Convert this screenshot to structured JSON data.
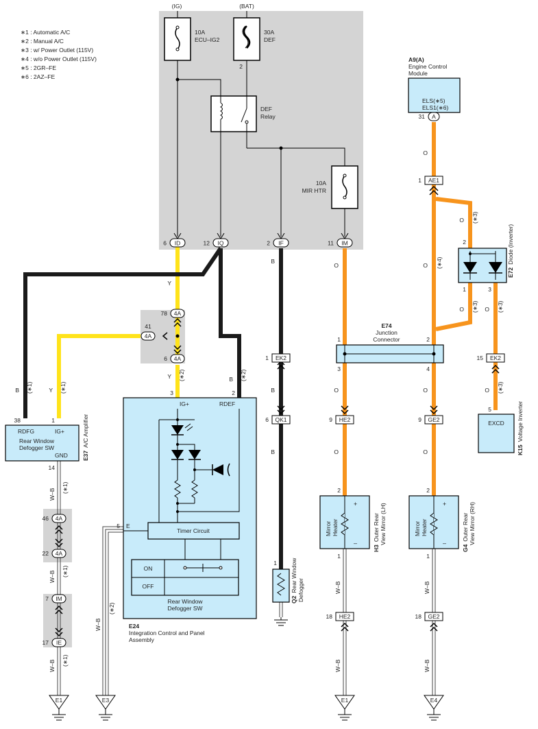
{
  "notes": [
    "∗1 : Automatic A/C",
    "∗2 : Manual A/C",
    "∗3 : w/ Power Outlet (115V)",
    "∗4 : w/o Power Outlet (115V)",
    "∗5 : 2GR–FE",
    "∗6 : 2AZ–FE"
  ],
  "fuses": {
    "ig": {
      "supply": "(IG)",
      "amp": "10A",
      "name": "ECU–IG2"
    },
    "bat": {
      "supply": "(BAT)",
      "amp": "30A",
      "name": "DEF",
      "pin": "2"
    },
    "mir": {
      "amp": "10A",
      "name": "MIR HTR"
    }
  },
  "relay": {
    "line1": "DEF",
    "line2": "Relay"
  },
  "jb_pins": [
    {
      "num": "6",
      "code": "ID"
    },
    {
      "num": "12",
      "code": "IQ"
    },
    {
      "num": "2",
      "code": "IF"
    },
    {
      "num": "11",
      "code": "IM"
    }
  ],
  "ecm": {
    "id": "A9(A)",
    "line1": "Engine Control",
    "line2": "Module",
    "els5": "ELS(∗5)",
    "els6": "ELS1(∗6)",
    "pin": "31",
    "pin_code": "A"
  },
  "ae1": {
    "num": "1",
    "code": "AE1"
  },
  "diode": {
    "id": "E72",
    "name": "Diode (Inverter)",
    "pin2": "2",
    "pin1": "1",
    "pin3": "3"
  },
  "jc": {
    "id": "E74",
    "line1": "Junction",
    "line2": "Connector",
    "pin1": "1",
    "pin2": "2",
    "pin3": "3",
    "pin4": "4"
  },
  "splice4a_top": {
    "a": "78",
    "b": "41",
    "c": "6",
    "code": "4A"
  },
  "amp": {
    "id": "E37",
    "name": "A/C Amplifier",
    "pin_rdfg": "38",
    "pin_ig": "1",
    "rdfg": "RDFG",
    "igp": "IG+",
    "line1": "Rear Window",
    "line2": "Defogger SW",
    "gnd": "GND",
    "gnd_pin": "14"
  },
  "icp": {
    "id": "E24",
    "line1": "Integration Control and Panel",
    "line2": "Assembly",
    "pin_ig": "3",
    "pin_rdef": "2",
    "igp": "IG+",
    "rdef": "RDEF",
    "pin_e": "5",
    "e": "E",
    "timer": "Timer Circuit",
    "on": "ON",
    "off": "OFF",
    "sw1": "Rear Window",
    "sw2": "Defogger SW"
  },
  "ek2_left": {
    "num": "1",
    "code": "EK2"
  },
  "qk1": {
    "num": "6",
    "code": "QK1"
  },
  "defogger": {
    "id": "Q2",
    "line1": "Rear Window",
    "line2": "Defogger",
    "pin": "1"
  },
  "he2": {
    "num": "9",
    "code": "HE2"
  },
  "ge2": {
    "num": "9",
    "code": "GE2"
  },
  "ek2_right": {
    "num": "15",
    "code": "EK2"
  },
  "inverter": {
    "id": "K15",
    "name": "Voltage Inverter",
    "pin": "5",
    "label": "EXCD"
  },
  "mirror_lh": {
    "id": "H3",
    "line1": "Outer Rear",
    "line2": "View Mirror (LH)",
    "pin_top": "2",
    "pin_bot": "1",
    "h1": "Mirror",
    "h2": "Heater",
    "plus": "+",
    "minus": "–"
  },
  "mirror_rh": {
    "id": "G4",
    "line1": "Outer Rear",
    "line2": "View Mirror (RH)",
    "pin_top": "2",
    "pin_bot": "1",
    "h1": "Mirror",
    "h2": "Heater",
    "plus": "+",
    "minus": "–"
  },
  "he2_bot": {
    "num": "18",
    "code": "HE2"
  },
  "ge2_bot": {
    "num": "18",
    "code": "GE2"
  },
  "splice_left2": {
    "a": "46",
    "b": "22",
    "code": "4A"
  },
  "splice_im": {
    "a": "7",
    "code_a": "IM",
    "b": "17",
    "code_b": "IE"
  },
  "grounds": {
    "g1": "E1",
    "g2": "E3",
    "g3": "E1",
    "g4": "E4"
  },
  "wires": {
    "y": "Y",
    "b": "B",
    "o": "O",
    "wb": "W–B"
  },
  "notes_tag": {
    "n1": "(∗1)",
    "n2": "(∗2)",
    "n3": "(∗3)",
    "n4": "(∗4)"
  },
  "colors": {
    "yellow": "#FFE31A",
    "orange": "#F7941D",
    "black": "#1a1a1a",
    "box": "#C8EBFA",
    "jb": "#D4D4D4"
  }
}
